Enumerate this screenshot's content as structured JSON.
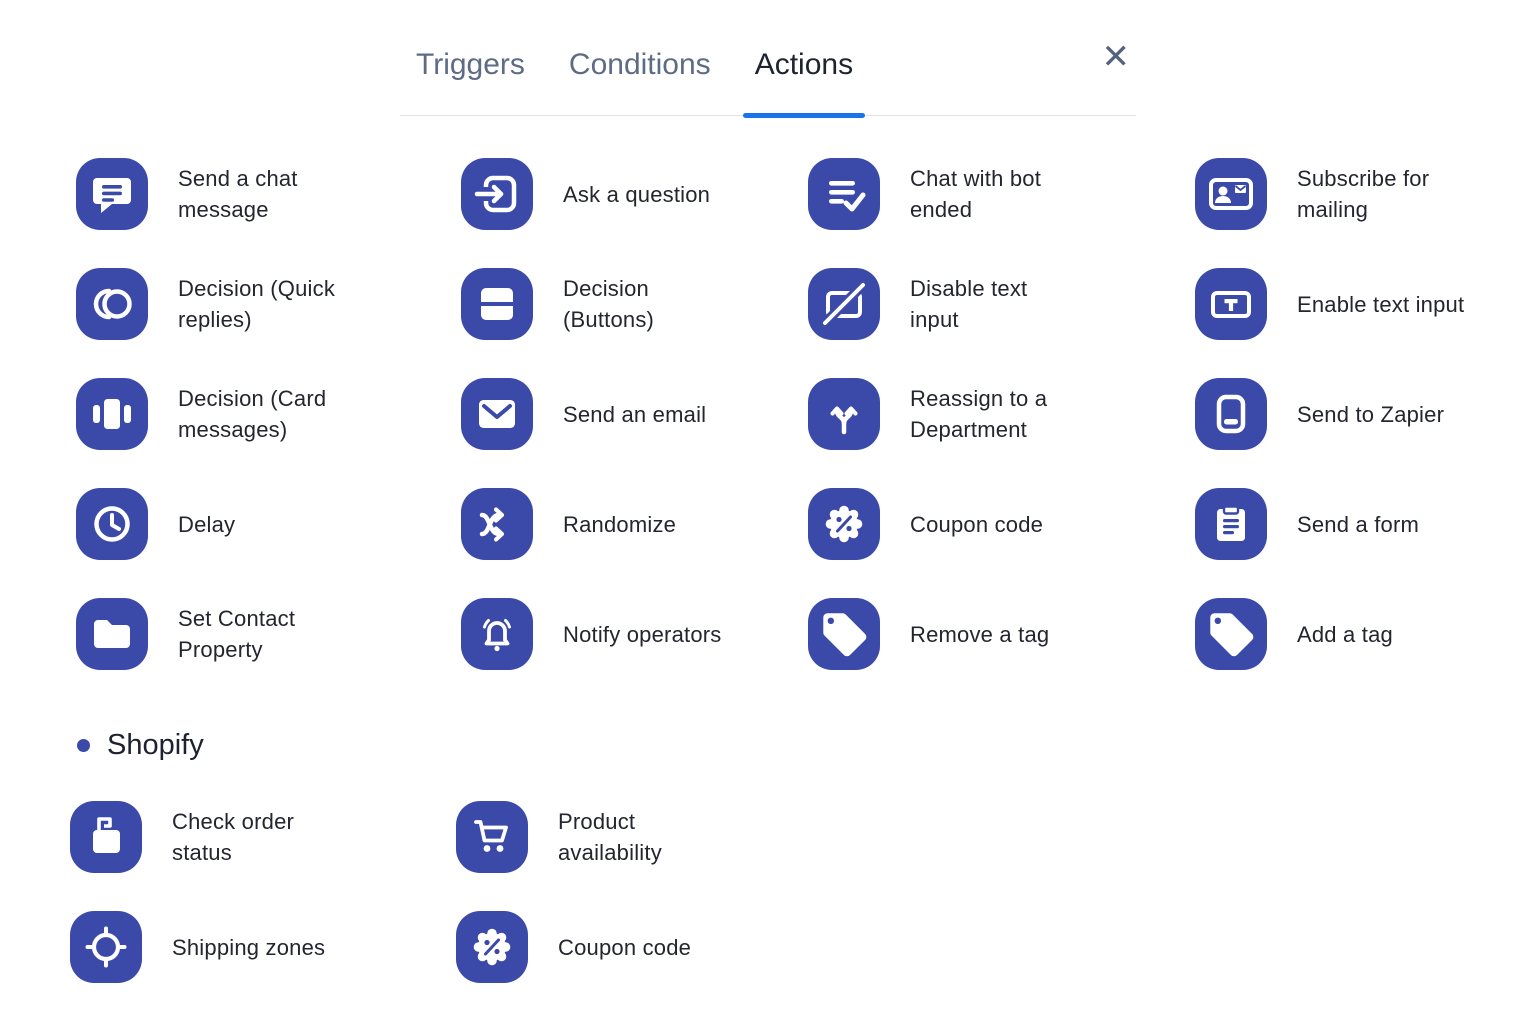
{
  "colors": {
    "icon_bg": "#3b4aa9",
    "active_tab_underline": "#1a73e8"
  },
  "header": {
    "tabs": [
      {
        "label": "Triggers",
        "active": false
      },
      {
        "label": "Conditions",
        "active": false
      },
      {
        "label": "Actions",
        "active": true
      }
    ],
    "close_glyph": "✕"
  },
  "actions": {
    "items": [
      {
        "label": "Send a chat message",
        "icon": "chat-message-icon"
      },
      {
        "label": "Ask a question",
        "icon": "input-arrow-icon"
      },
      {
        "label": "Chat with bot ended",
        "icon": "list-check-icon"
      },
      {
        "label": "Subscribe for mailing",
        "icon": "contact-card-icon"
      },
      {
        "label": "Decision (Quick replies)",
        "icon": "overlapping-circles-icon"
      },
      {
        "label": "Decision (Buttons)",
        "icon": "stacked-buttons-icon"
      },
      {
        "label": "Disable text input",
        "icon": "disabled-input-icon"
      },
      {
        "label": "Enable text input",
        "icon": "text-input-icon"
      },
      {
        "label": "Decision (Card messages)",
        "icon": "card-carousel-icon"
      },
      {
        "label": "Send an email",
        "icon": "envelope-icon"
      },
      {
        "label": "Reassign to a Department",
        "icon": "split-arrows-icon"
      },
      {
        "label": "Send to Zapier",
        "icon": "zapier-box-icon"
      },
      {
        "label": "Delay",
        "icon": "clock-icon"
      },
      {
        "label": "Randomize",
        "icon": "shuffle-icon"
      },
      {
        "label": "Coupon code",
        "icon": "percent-badge-icon"
      },
      {
        "label": "Send a form",
        "icon": "clipboard-icon"
      },
      {
        "label": "Set Contact Property",
        "icon": "folder-icon"
      },
      {
        "label": "Notify operators",
        "icon": "bell-icon"
      },
      {
        "label": "Remove a tag",
        "icon": "tag-icon"
      },
      {
        "label": "Add a tag",
        "icon": "tag-icon"
      }
    ]
  },
  "shopify": {
    "title": "Shopify",
    "items": [
      {
        "label": "Check order status",
        "icon": "shopping-bag-icon"
      },
      {
        "label": "Product availability",
        "icon": "shopping-cart-icon"
      },
      {
        "label": "Shipping zones",
        "icon": "location-target-icon"
      },
      {
        "label": "Coupon code",
        "icon": "percent-badge-icon"
      }
    ]
  }
}
